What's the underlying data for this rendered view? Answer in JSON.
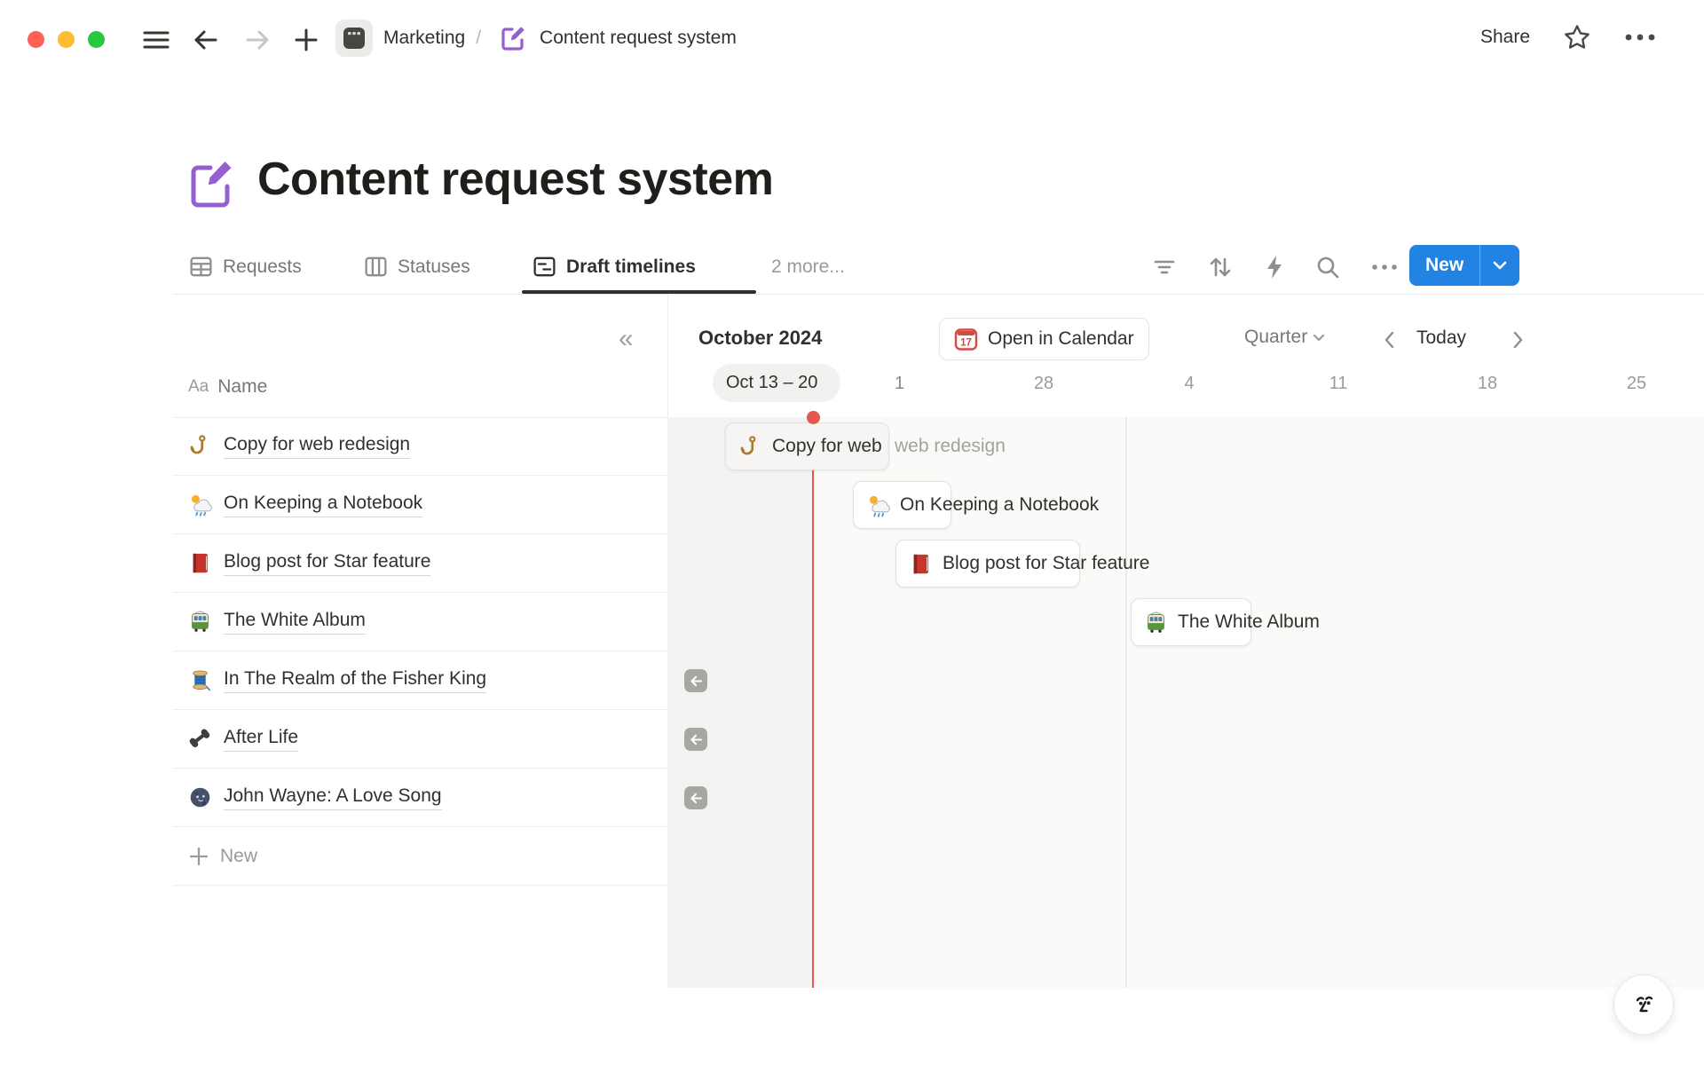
{
  "topbar": {
    "breadcrumb_teamspace": "Marketing",
    "breadcrumb_separator": "/",
    "breadcrumb_page": "Content request system",
    "share_label": "Share"
  },
  "page": {
    "title": "Content request system",
    "icon_name": "memo-pencil-icon",
    "icon_color": "#9460cf"
  },
  "tabs": {
    "items": [
      {
        "label": "Requests",
        "icon": "table-icon",
        "active": false
      },
      {
        "label": "Statuses",
        "icon": "board-icon",
        "active": false
      },
      {
        "label": "Draft timelines",
        "icon": "timeline-icon",
        "active": true
      }
    ],
    "more_label": "2 more..."
  },
  "view_toolbar": {
    "new_label": "New",
    "accent_color": "#2383e2",
    "icons": [
      "filter-icon",
      "sort-icon",
      "automation-bolt-icon",
      "search-icon",
      "more-icon"
    ]
  },
  "list": {
    "header_type": "Aa",
    "header_label": "Name",
    "items": [
      {
        "emoji": "🪝",
        "emoji_name": "hook",
        "label": "Copy for web redesign"
      },
      {
        "emoji": "🌦",
        "emoji_name": "raincloud",
        "label": "On Keeping a Notebook"
      },
      {
        "emoji": "📕",
        "emoji_name": "book",
        "label": "Blog post for Star feature"
      },
      {
        "emoji": "🚋",
        "emoji_name": "tram",
        "label": "The White Album"
      },
      {
        "emoji": "🧵",
        "emoji_name": "thread",
        "label": "In The Realm of the Fisher King"
      },
      {
        "emoji": "📞",
        "emoji_name": "phone",
        "label": "After Life"
      },
      {
        "emoji": "🌚",
        "emoji_name": "moon",
        "label": "John Wayne: A Love Song"
      }
    ],
    "new_label": "New"
  },
  "timeline": {
    "month_label": "October 2024",
    "open_in_calendar_label": "Open in Calendar",
    "calendar_icon_day": "17",
    "zoom_select_label": "Quarter",
    "today_label": "Today",
    "range_pill": "Oct 13 – 20",
    "partial_tick": "1",
    "ticks": [
      "28",
      "4",
      "11",
      "18",
      "25"
    ],
    "today_color": "#e2574e",
    "bars": [
      {
        "emoji": "🪝",
        "emoji_name": "hook",
        "label": "Copy for web redesign",
        "overflow_label": "web redesign"
      },
      {
        "emoji": "🌦",
        "emoji_name": "raincloud",
        "label": "On Keeping a Notebook"
      },
      {
        "emoji": "📕",
        "emoji_name": "book",
        "label": "Blog post for Star feature"
      },
      {
        "emoji": "🚋",
        "emoji_name": "tram",
        "label": "The White Album"
      }
    ],
    "offscreen_left_items": 3
  }
}
